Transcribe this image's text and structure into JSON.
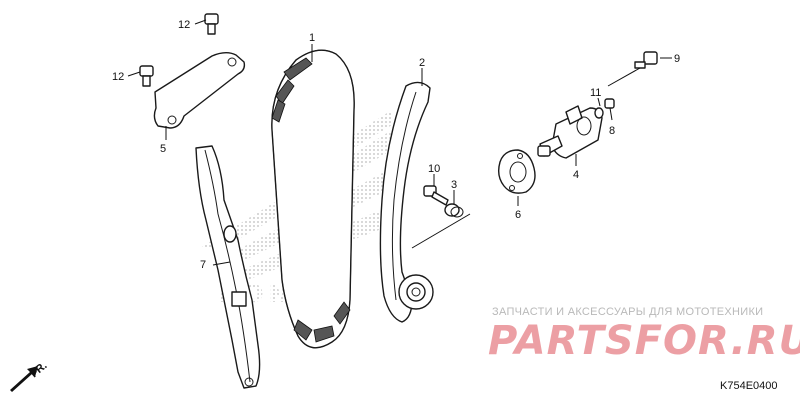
{
  "callouts": [
    {
      "id": "1",
      "text": "1"
    },
    {
      "id": "2",
      "text": "2"
    },
    {
      "id": "3",
      "text": "3"
    },
    {
      "id": "4",
      "text": "4"
    },
    {
      "id": "5",
      "text": "5"
    },
    {
      "id": "6",
      "text": "6"
    },
    {
      "id": "7",
      "text": "7"
    },
    {
      "id": "8",
      "text": "8"
    },
    {
      "id": "9",
      "text": "9"
    },
    {
      "id": "10",
      "text": "10"
    },
    {
      "id": "11",
      "text": "11"
    },
    {
      "id": "12a",
      "text": "12"
    },
    {
      "id": "12b",
      "text": "12"
    }
  ],
  "watermark": {
    "text": "ЗАПЧАСТИ И АКСЕССУАРЫ ДЛЯ МОТОТЕХНИКИ",
    "logo": "PARTSFOR.RU"
  },
  "background_logo": "HONDA",
  "direction_label": "FR.",
  "diagram_code": "K754E0400",
  "colors": {
    "ink": "#1a1a1a",
    "watermark_red": "#dc505a",
    "watermark_gray": "#b9b9b9",
    "logo_dots": "#bdbdbd"
  }
}
